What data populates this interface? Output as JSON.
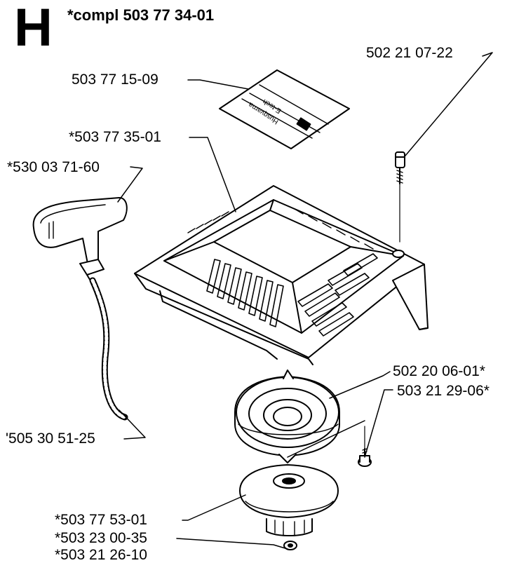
{
  "section_letter": "H",
  "title": "*compl 503 77 34-01",
  "labels": {
    "bolt": "502 21 07-22",
    "decal": "503 77 15-09",
    "cover": "*503 77 35-01",
    "handle": "*530 03 71-60",
    "rope": "'505 30 51-25",
    "pulley": "502 20 06-01*",
    "screw": "503 21 29-06*",
    "spring_cassette": "*503 77 53-01",
    "washer": "*503 23 00-35",
    "bottom_cut": "*503 21 26-10"
  },
  "decal_text": {
    "brand": "Husqvarna",
    "model": "E-tech"
  }
}
